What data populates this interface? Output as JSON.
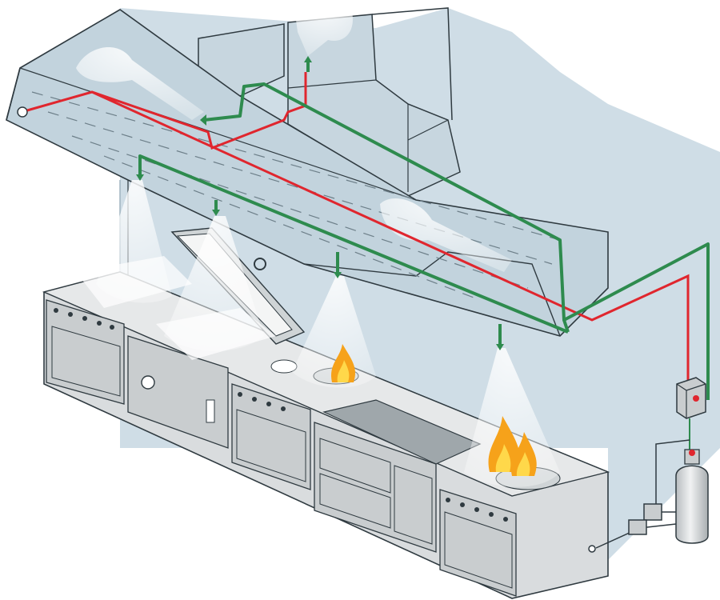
{
  "diagram": {
    "subject": "kitchen-hood-fire-suppression-system",
    "colors": {
      "background": "#ffffff",
      "wall": "#cfdde6",
      "wall_dark": "#b7c9d4",
      "hood": "#c2d3dd",
      "duct": "#c7d6df",
      "outline": "#2f3a40",
      "agent_line": "#2e8b4e",
      "detection_line": "#e0262e",
      "spray": "#ffffff",
      "steel": "#d9dcde",
      "steel_dark": "#aeb3b6",
      "flame_outer": "#f6a21a",
      "flame_inner": "#ffd84a",
      "cylinder": "#d7dadc"
    },
    "components": [
      {
        "id": "exhaust-hood",
        "icon": "hood"
      },
      {
        "id": "exhaust-duct",
        "icon": "duct"
      },
      {
        "id": "agent-distribution-pipe",
        "icon": "green-pipe"
      },
      {
        "id": "detection-cable",
        "icon": "red-cable"
      },
      {
        "id": "discharge-nozzles",
        "count": 6
      },
      {
        "id": "control-box",
        "icon": "box"
      },
      {
        "id": "agent-cylinder",
        "icon": "cylinder"
      },
      {
        "id": "cooking-line",
        "appliances": [
          "range-oven",
          "fryer",
          "range-oven",
          "griddle",
          "range-oven"
        ]
      },
      {
        "id": "fires",
        "count": 2
      }
    ]
  }
}
